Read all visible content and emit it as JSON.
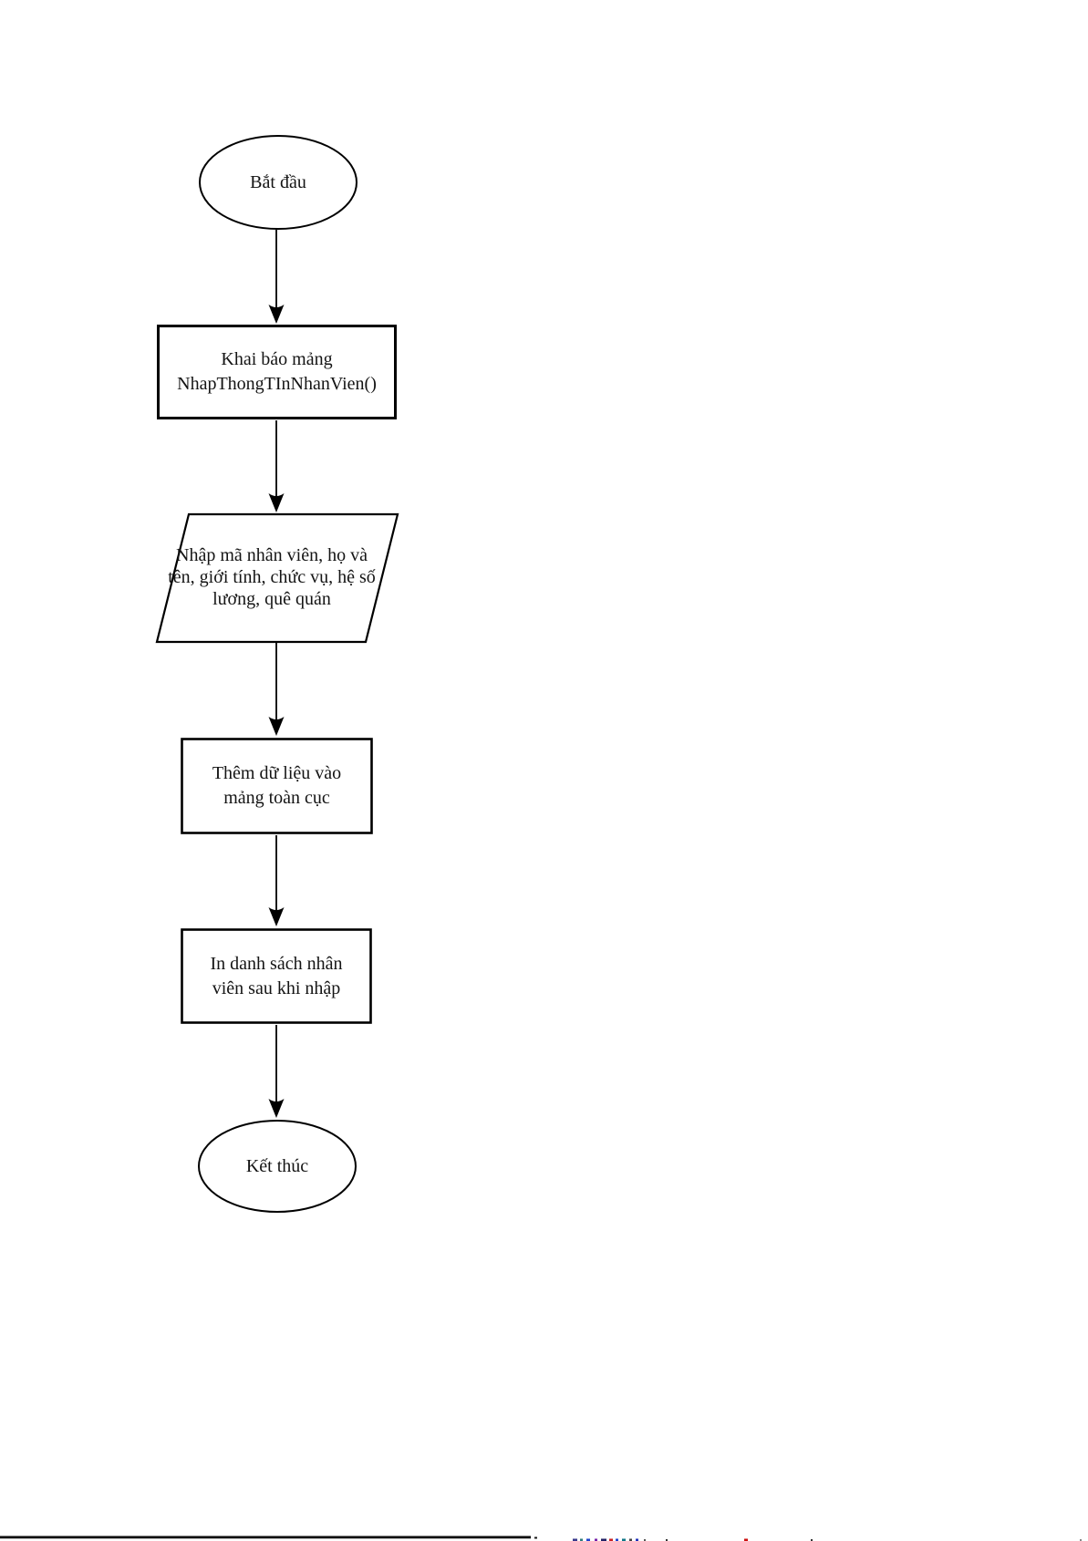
{
  "flowchart": {
    "nodes": {
      "start": {
        "type": "terminator",
        "label": "Bắt đầu"
      },
      "declare": {
        "type": "process",
        "lines": [
          "Khai báo mảng",
          "NhapThongTInNhanVien()"
        ]
      },
      "input": {
        "type": "input-output",
        "lines": [
          "Nhập mã nhân viên, họ và",
          "tên, giới tính, chức vụ, hệ số",
          "lương, quê quán"
        ]
      },
      "append": {
        "type": "process",
        "lines": [
          "Thêm dữ liệu vào",
          "mảng toàn cục"
        ]
      },
      "print": {
        "type": "process",
        "lines": [
          "In danh sách nhân",
          "viên sau khi nhập"
        ]
      },
      "end": {
        "type": "terminator",
        "label": "Kết thúc"
      }
    },
    "colors": {
      "stroke": "#000000",
      "shape_fill": "#ffffff",
      "text": "#141414",
      "page_background": "#ffffff"
    }
  }
}
